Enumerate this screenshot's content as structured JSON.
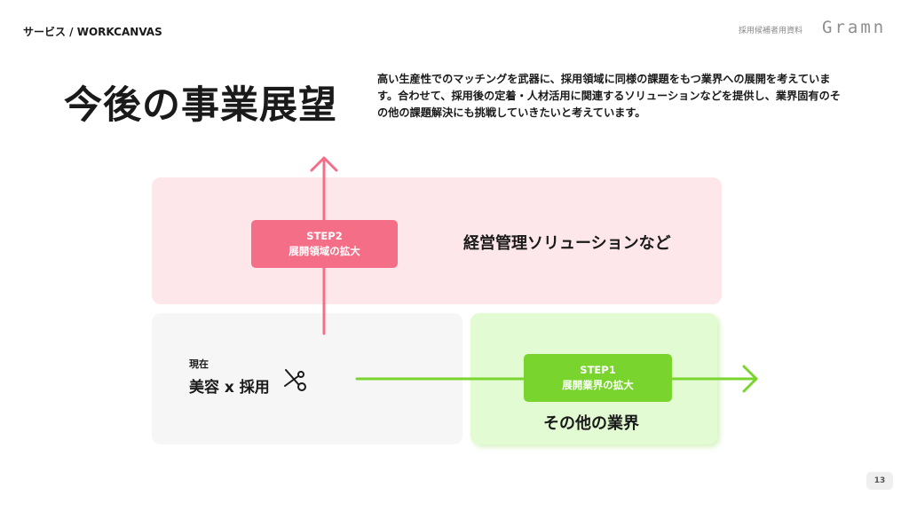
{
  "header": {
    "breadcrumb": "サービス / WORKCANVAS",
    "doc_label": "採用候補者用資料",
    "logo": "Gramn"
  },
  "title": "今後の事業展望",
  "description": "高い生産性でのマッチングを武器に、採用領域に同様の課題をもつ業界への展開を考えています。合わせて、採用後の定着・人材活用に関連するソリューションなどを提供し、業界固有のその他の課題解決にも挑戦していきたいと考えています。",
  "diagram": {
    "step2": {
      "label": "STEP2",
      "caption": "展開領域の拡大"
    },
    "pink_zone_label": "経営管理ソリューションなど",
    "current": {
      "small": "現在",
      "main": "美容 x 採用"
    },
    "step1": {
      "label": "STEP1",
      "caption": "展開業界の拡大"
    },
    "green_zone_label": "その他の業界",
    "icons": [
      "scissors-icon"
    ],
    "colors": {
      "pink": "#f56e88",
      "green": "#79d42e",
      "pink_zone": "#fde7ea",
      "green_zone": "#e3fbd2",
      "gray_zone": "#f6f6f6"
    }
  },
  "page_number": "13"
}
